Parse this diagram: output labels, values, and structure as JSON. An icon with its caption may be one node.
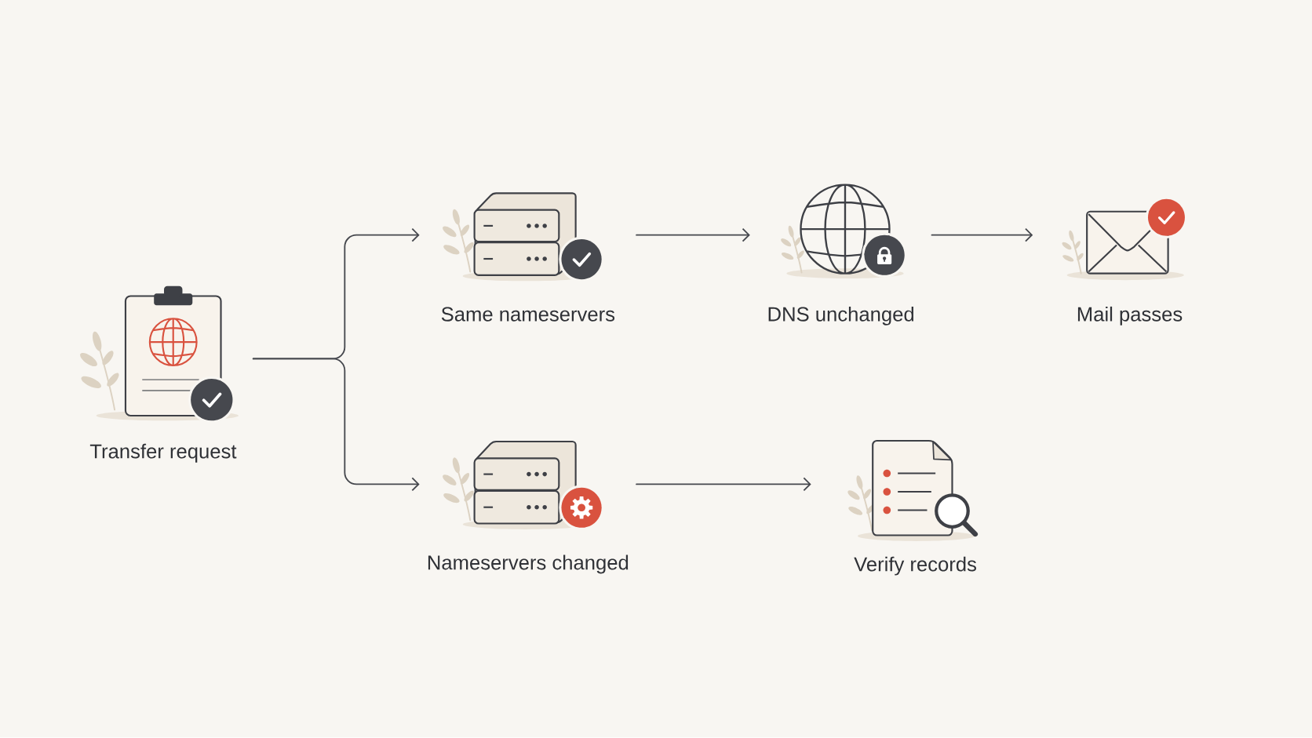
{
  "diagram": {
    "nodes": [
      {
        "text": [
          "Transfer request"
        ]
      },
      {
        "text": [
          "Same nameservers"
        ]
      },
      {
        "text": [
          "DNS unchanged"
        ]
      },
      {
        "text": [
          "Mail passes"
        ]
      },
      {
        "text": [
          "Nameservers changed"
        ]
      },
      {
        "text": [
          "Verify records"
        ]
      }
    ],
    "edges": [
      {
        "from": 0,
        "to": 1,
        "arrow": "to"
      },
      {
        "from": 0,
        "to": 4,
        "arrow": "to"
      },
      {
        "from": 1,
        "to": 2,
        "arrow": "to"
      },
      {
        "from": 2,
        "to": 3,
        "arrow": "to"
      },
      {
        "from": 4,
        "to": 5,
        "arrow": "to"
      }
    ]
  }
}
